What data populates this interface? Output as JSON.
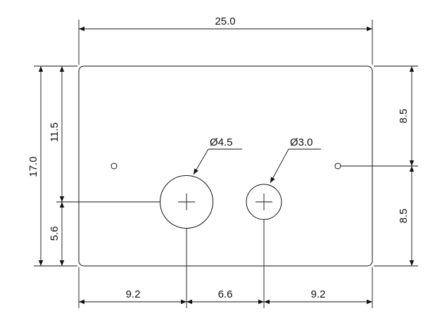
{
  "drawing": {
    "width_dim": "25.0",
    "height_dim": "17.0",
    "left_upper_dim": "11.5",
    "left_lower_dim": "5.6",
    "right_upper_dim": "8.5",
    "right_lower_dim": "8.5",
    "bottom_left_dim": "9.2",
    "bottom_mid_dim": "6.6",
    "bottom_right_dim": "9.2",
    "large_hole_label": "Ø4.5",
    "small_hole_label": "Ø3.0"
  }
}
